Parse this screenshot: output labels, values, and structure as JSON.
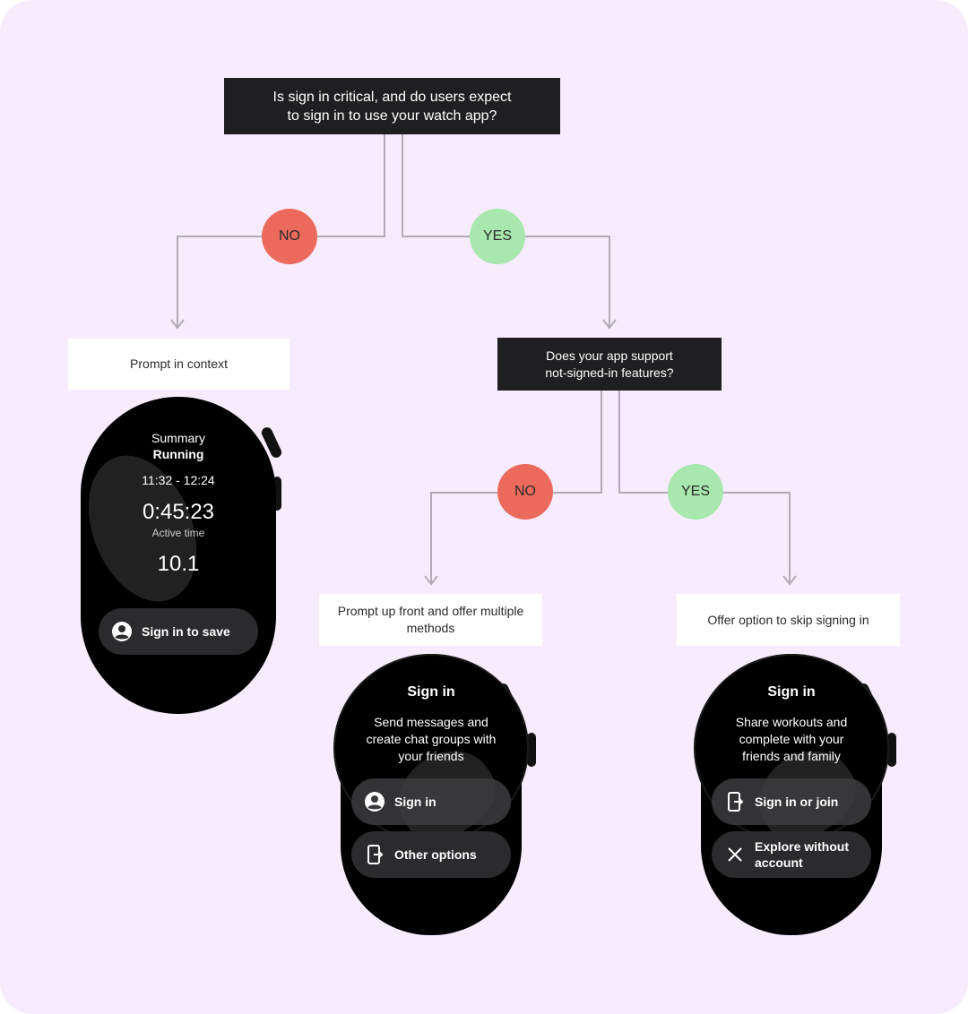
{
  "flowchart": {
    "root_question": "Is sign in critical, and do users expect\nto sign in to use your watch app?",
    "branch1_no": "NO",
    "branch1_yes": "YES",
    "answer_left": "Prompt in context",
    "question2": "Does your app support\nnot-signed-in features?",
    "branch2_no": "NO",
    "branch2_yes": "YES",
    "answer_middle": "Prompt up front and offer multiple\nmethods",
    "answer_right": "Offer option to skip signing in"
  },
  "colors": {
    "background": "#f6ecfd",
    "question_box": "#1f1f21",
    "no_bubble": "#ec6a5c",
    "yes_bubble": "#a8e7ad",
    "connector": "#b2aab8"
  },
  "watch_left": {
    "title": "Summary",
    "subtitle": "Running",
    "time_range": "11:32 - 12:24",
    "duration": "0:45:23",
    "duration_label": "Active time",
    "distance": "10.1",
    "chip_label": "Sign in to save",
    "chip_icon": "account-circle-icon"
  },
  "watch_middle": {
    "title": "Sign in",
    "body": "Send messages and\ncreate chat groups with\nyour friends",
    "chip1_label": "Sign in",
    "chip1_icon": "account-circle-icon",
    "chip2_label": "Other options",
    "chip2_icon": "phone-login-icon"
  },
  "watch_right": {
    "title": "Sign in",
    "body": "Share workouts and\ncomplete with your\nfriends and family",
    "chip1_label": "Sign in or join",
    "chip1_icon": "phone-login-icon",
    "chip2_label": "Explore without\naccount",
    "chip2_icon": "close-icon"
  }
}
